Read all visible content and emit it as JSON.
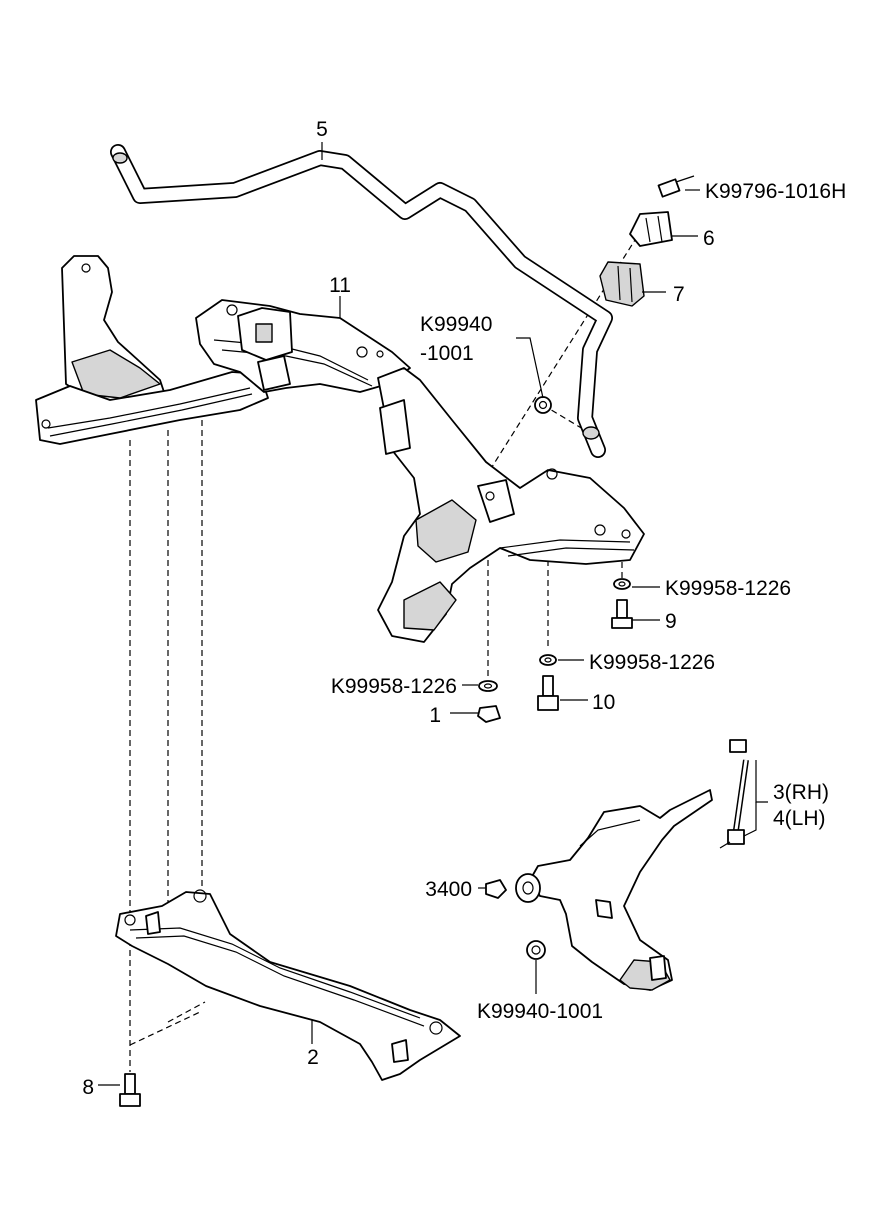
{
  "callouts": {
    "stabilizer_bar": "5",
    "bolt_top": "K99796-1016H",
    "bracket": "6",
    "bushing": "7",
    "crossmember": "11",
    "nut_upper_a": "K99940",
    "nut_upper_b": "-1001",
    "washer_right": "K99958-1226",
    "bolt_9": "9",
    "washer_center": "K99958-1226",
    "washer_left": "K99958-1226",
    "bolt_10": "10",
    "nut_1": "1",
    "link_rh": "3(RH)",
    "link_lh": "4(LH)",
    "bushing_3400": "3400",
    "nut_lower": "K99940-1001",
    "lower_member": "2",
    "bolt_8": "8"
  }
}
